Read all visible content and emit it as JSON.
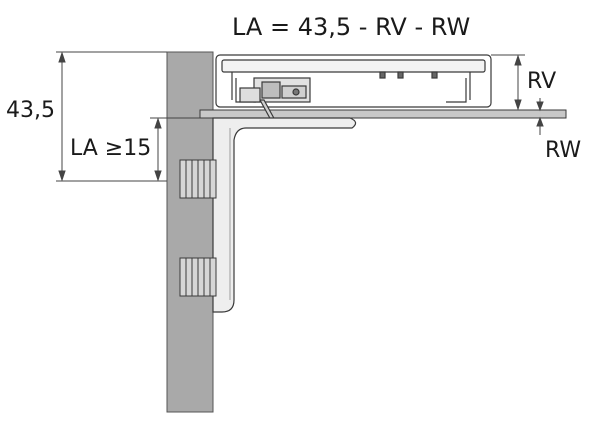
{
  "diagram": {
    "formula": "LA = 43,5 - RV - RW",
    "dim_total": "43,5",
    "dim_la": "LA ≥15",
    "dim_rv": "RV",
    "dim_rw": "RW"
  },
  "colors": {
    "panel": "#a9a9a9",
    "outline": "#3a3a3a",
    "dim_line": "#444444",
    "plate": "#c8c8c8",
    "hinge_part": "#d9d9d9",
    "text": "#1a1a1a"
  }
}
